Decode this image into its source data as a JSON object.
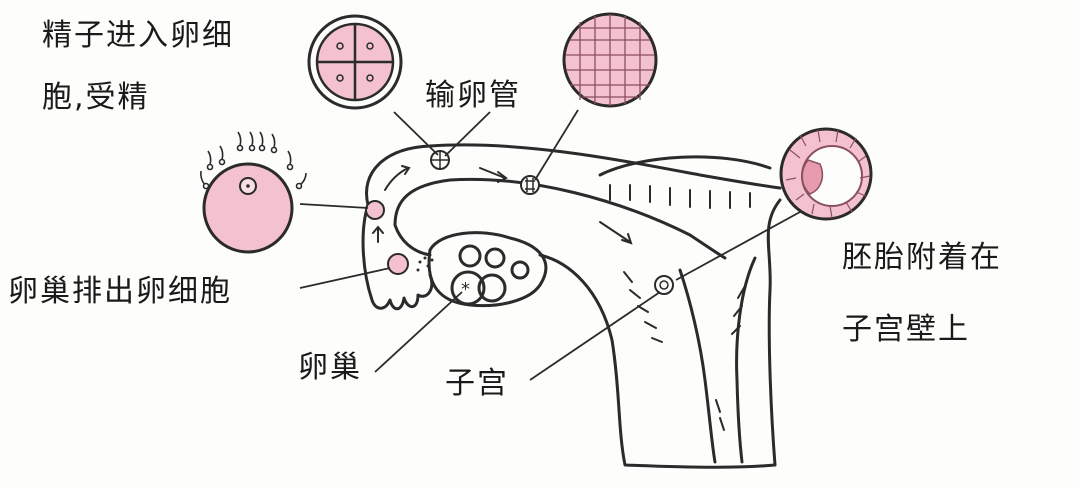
{
  "labels": {
    "fertilization_line1": "精子进入卵细",
    "fertilization_line2": "胞,受精",
    "oviduct": "输卵管",
    "ovulation": "卵巢排出卵细胞",
    "ovary": "卵巢",
    "uterus": "子宫",
    "implantation_line1": "胚胎附着在",
    "implantation_line2": "子宫壁上"
  },
  "colors": {
    "cell_fill": "#f3c2ce",
    "cell_fill_dark": "#e89aae",
    "outline": "#2b2b2b",
    "background": "#fdfdfb"
  }
}
